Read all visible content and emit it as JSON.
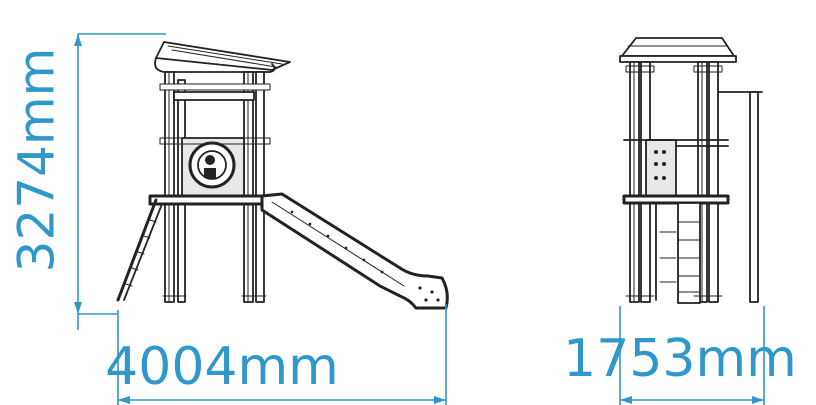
{
  "dimensions": {
    "height_label": "3274mm",
    "width_label": "4004mm",
    "depth_label": "1753mm"
  },
  "colors": {
    "dimension": "#2f97c9",
    "linework": "#222222"
  }
}
